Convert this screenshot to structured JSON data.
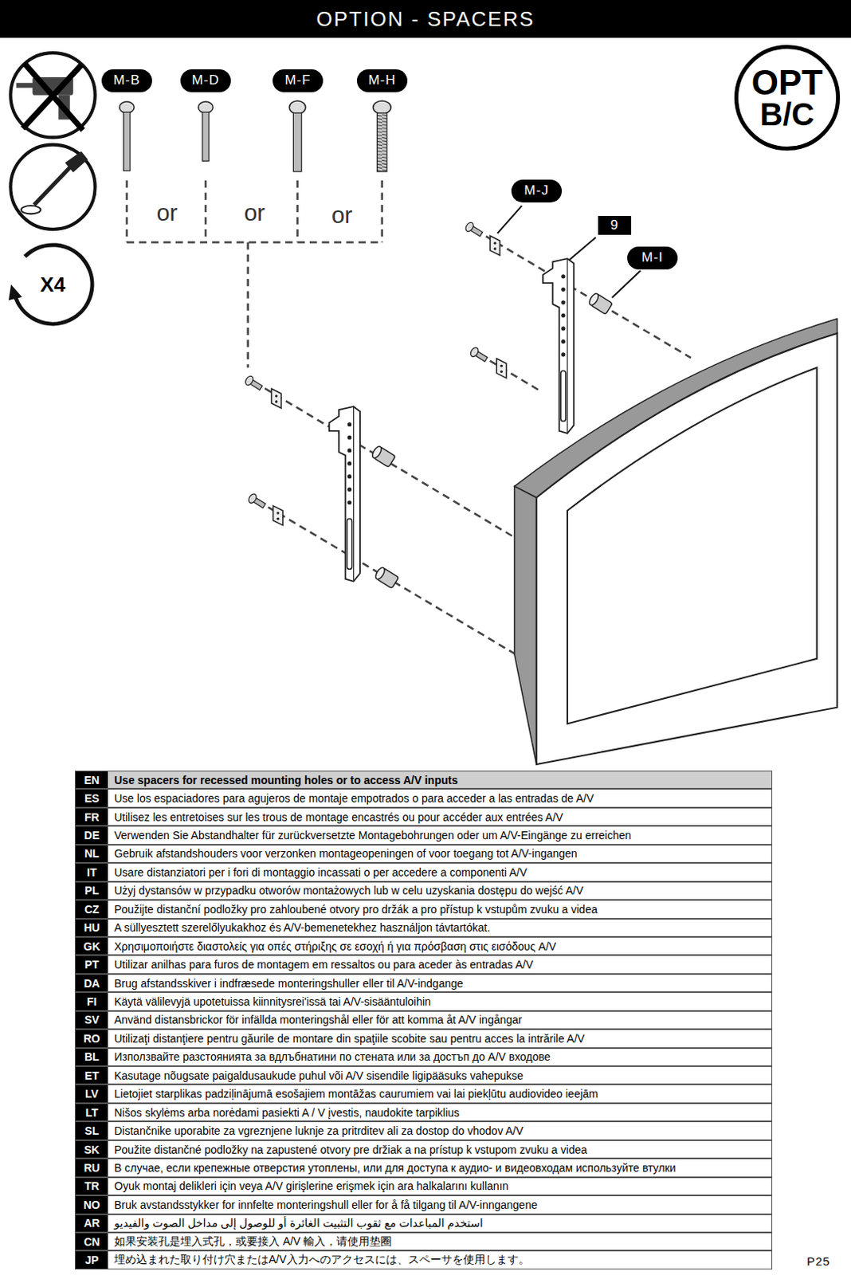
{
  "diagram": {
    "title": "OPTION - SPACERS",
    "nodes": [
      {
        "text": [
          "M-B"
        ]
      },
      {
        "text": [
          "M-D"
        ]
      },
      {
        "text": [
          "M-F"
        ]
      },
      {
        "text": [
          "M-H"
        ]
      },
      {
        "text": [
          "OPT",
          "B/C"
        ]
      },
      {
        "text": [
          "M-J"
        ]
      },
      {
        "text": [
          "9"
        ]
      },
      {
        "text": [
          "M-I"
        ]
      },
      {
        "text": [
          "X4"
        ]
      }
    ],
    "labels": [
      "or",
      "or",
      "or",
      "EN",
      "Use spacers for recessed mounting holes or to access A/V inputs",
      "ES",
      "Use los espaciadores para agujeros de montaje empotrados o para acceder a las entradas de A/V",
      "FR",
      "Utilisez les entretoises sur les trous de montage encastrés ou pour accéder aux entrées A/V",
      "DE",
      "Verwenden Sie Abstandhalter für zurückversetzte Montagebohrungen oder um A/V-Eingänge zu erreichen",
      "NL",
      "Gebruik afstandshouders voor verzonken montageopeningen of voor toegang tot A/V-ingangen",
      "IT",
      "Usare distanziatori per i fori di montaggio incassati o per accedere a componenti A/V",
      "PL",
      "Użyj dystansów w przypadku otworów montażowych lub w celu uzyskania dostępu do wejść A/V",
      "CZ",
      "Použijte distanční podložky pro zahloubené otvory pro držák a pro přístup k vstupům zvuku a videa",
      "HU",
      "A süllyesztett szerelőlyukakhoz és A/V-bemenetekhez használjon távtartókat.",
      "GK",
      "Χρησιμοποιήστε διαστολείς για οπές στήριξης σε εσοχή ή για πρόσβαση στις εισόδους A/V",
      "PT",
      "Utilizar anilhas para furos de montagem em ressaltos ou para aceder às entradas A/V",
      "DA",
      "Brug afstandsskiver i indfræsede monteringshuller eller til A/V-indgange",
      "FI",
      "Käytä välilevyjä upotetuissa kiinnitysrei'issä tai A/V-sisääntuloihin",
      "SV",
      "Använd distansbrickor för infällda monteringshål eller för att komma åt A/V ingångar",
      "RO",
      "Utilizaţi distanţiere pentru găurile de montare din spaţiile scobite sau pentru acces la intrările A/V",
      "BL",
      "Използвайте разстоянията за вдлъбнатини по стената или за достъп до A/V входове",
      "ET",
      "Kasutage nõugsate paigaldusaukude puhul või A/V sisendile ligipääsuks vahepukse",
      "LV",
      "Lietojiet starplikas padziļinājumā esošajiem montāžas caurumiem vai lai piekļūtu audiovideo ieejām",
      "LT",
      "Nišos skylėms arba norėdami pasiekti A / V įvestis, naudokite tarpiklius",
      "SL",
      "Distančnike uporabite za vgreznjene luknje za pritrditev ali za dostop do vhodov A/V",
      "SK",
      "Použite distančné podložky na zapustené otvory pre držiak a na prístup k vstupom zvuku a videa",
      "RU",
      "В случае, если крепежные отверстия утоплены, или для доступа к аудио- и видеовходам используйте втулки",
      "TR",
      "Oyuk montaj delikleri için veya A/V girişlerine erişmek için ara halkalarını kullanın",
      "NO",
      "Bruk avstandsstykker for innfelte monteringshull eller for å få tilgang til A/V-inngangene",
      "AR",
      "استخدم المباعدات مع ثقوب التثبيت الغائرة أو للوصول إلى مداخل الصوت والفيديو",
      "CN",
      "如果安装孔是埋入式孔，或要接入 A/V 輸入，请使用垫圈",
      "JP",
      "埋め込まれた取り付け穴またはA/V入力へのアクセスには、スペーサを使用します。",
      "P25"
    ]
  }
}
